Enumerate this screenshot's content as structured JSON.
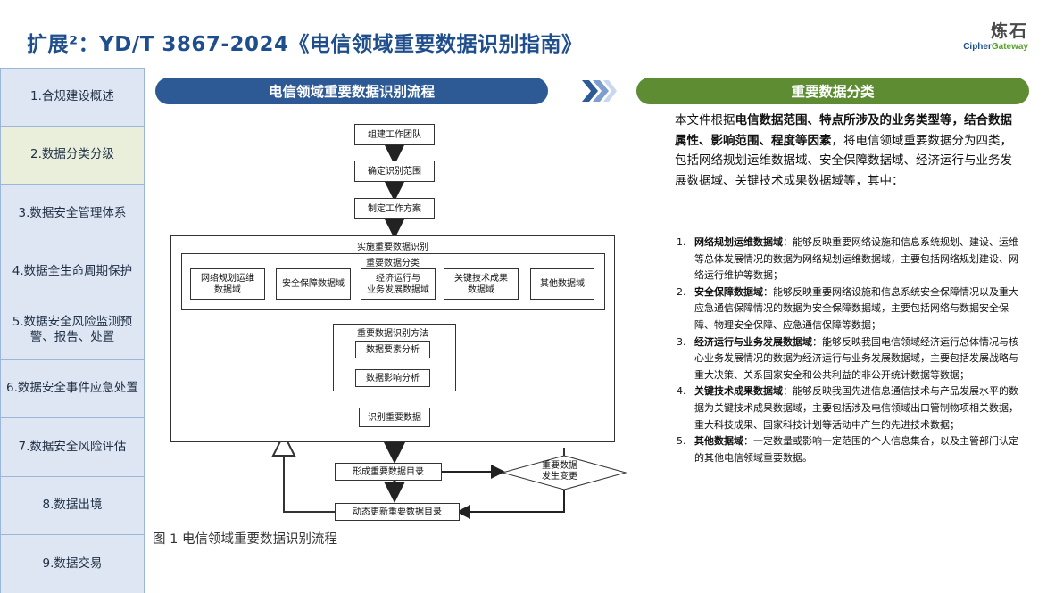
{
  "header": {
    "title": "扩展²：YD/T 3867-2024《电信领域重要数据识别指南》",
    "logo_cn": "炼石",
    "logo_en_a": "Cipher",
    "logo_en_b": "Gateway"
  },
  "sidebar": {
    "items": [
      {
        "label": "1.合规建设概述"
      },
      {
        "label": "2.数据分类分级"
      },
      {
        "label": "3.数据安全管理体系"
      },
      {
        "label": "4.数据全生命周期保护"
      },
      {
        "label": "5.数据安全风险监测预警、报告、处置"
      },
      {
        "label": "6.数据安全事件应急处置"
      },
      {
        "label": "7.数据安全风险评估"
      },
      {
        "label": "8.数据出境"
      },
      {
        "label": "9.数据交易"
      }
    ]
  },
  "left_pill": "电信领域重要数据识别流程",
  "right_pill": "重要数据分类",
  "flow": {
    "step1": "组建工作团队",
    "step2": "确定识别范围",
    "step3": "制定工作方案",
    "outer_label": "实施重要数据识别",
    "cat_label": "重要数据分类",
    "cats": [
      "网络规划运维\n数据域",
      "安全保障数据域",
      "经济运行与\n业务发展数据域",
      "关键技术成果\n数据域",
      "其他数据域"
    ],
    "method_label": "重要数据识别方法",
    "method1": "数据要素分析",
    "method2": "数据影响分析",
    "identify": "识别重要数据",
    "catalog": "形成重要数据目录",
    "change": "重要数据\n发生变更",
    "update": "动态更新重要数据目录",
    "caption": "图 1 电信领域重要数据识别流程"
  },
  "intro": {
    "p1": "本文件根据",
    "p1b": "电信数据范围、特点所涉及的业务类型等，结合数据属性、影响范围、程度等因素",
    "p1c": "，将电信领域重要数据分为四类，包括网络规划运维数据域、安全保障数据域、经济运行与业务发展数据域、关键技术成果数据域等，其中："
  },
  "list": [
    {
      "num": "1.",
      "head": "网络规划运维数据域",
      "text": "：能够反映重要网络设施和信息系统规划、建设、运维等总体发展情况的数据为网络规划运维数据域，主要包括网络规划建设、网络运行维护等数据；"
    },
    {
      "num": "2.",
      "head": "安全保障数据域",
      "text": "：能够反映重要网络设施和信息系统安全保障情况以及重大应急通信保障情况的数据为安全保障数据域，主要包括网络与数据安全保障、物理安全保障、应急通信保障等数据；"
    },
    {
      "num": "3.",
      "head": "经济运行与业务发展数据域",
      "text": "：能够反映我国电信领域经济运行总体情况与核心业务发展情况的数据为经济运行与业务发展数据域，主要包括发展战略与重大决策、关系国家安全和公共利益的非公开统计数据等数据；"
    },
    {
      "num": "4.",
      "head": "关键技术成果数据域",
      "text": "：能够反映我国先进信息通信技术与产品发展水平的数据为关键技术成果数据域，主要包括涉及电信领域出口管制物项相关数据，重大科技成果、国家科技计划等活动中产生的先进技术数据；"
    },
    {
      "num": "5.",
      "head": "其他数据域",
      "text": "：一定数量或影响一定范围的个人信息集合，以及主管部门认定的其他电信领域重要数据。"
    }
  ],
  "colors": {
    "blue": "#2d5a95",
    "green": "#5d8c33",
    "title": "#1f4e8c"
  }
}
